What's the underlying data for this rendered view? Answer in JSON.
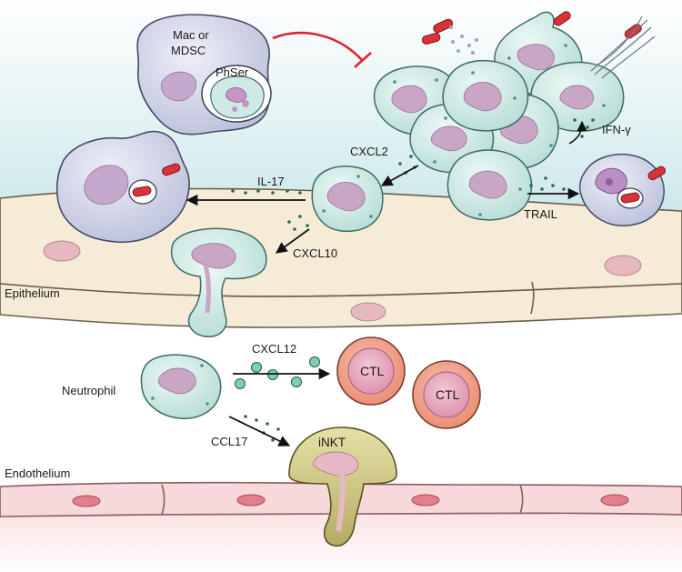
{
  "labels": {
    "mac_mdsc_line1": "Mac or",
    "mac_mdsc_line2": "MDSC",
    "phser": "PhSer",
    "ifn_gamma": "IFN-γ",
    "cxcl2": "CXCL2",
    "il17": "IL-17",
    "trail": "TRAIL",
    "cxcl10": "CXCL10",
    "epithelium": "Epithelium",
    "cxcl12": "CXCL12",
    "neutrophil": "Neutrophil",
    "ctl_1": "CTL",
    "ctl_2": "CTL",
    "ccl17": "CCL17",
    "inkt": "iNKT",
    "endothelium": "Endothelium"
  },
  "colors": {
    "lumen": "#d8eef0",
    "epithelium": "#f6ebd6",
    "endothelium": "#f7d9da",
    "neutrophil": "#cfeae6",
    "nucleus": "#c9a6c6",
    "macrophage": "#d4d8ea",
    "ctl": "#ee9c86",
    "inkt": "#c9c184",
    "bacteria": "#d9333a",
    "inhibition": "#dc2630"
  }
}
